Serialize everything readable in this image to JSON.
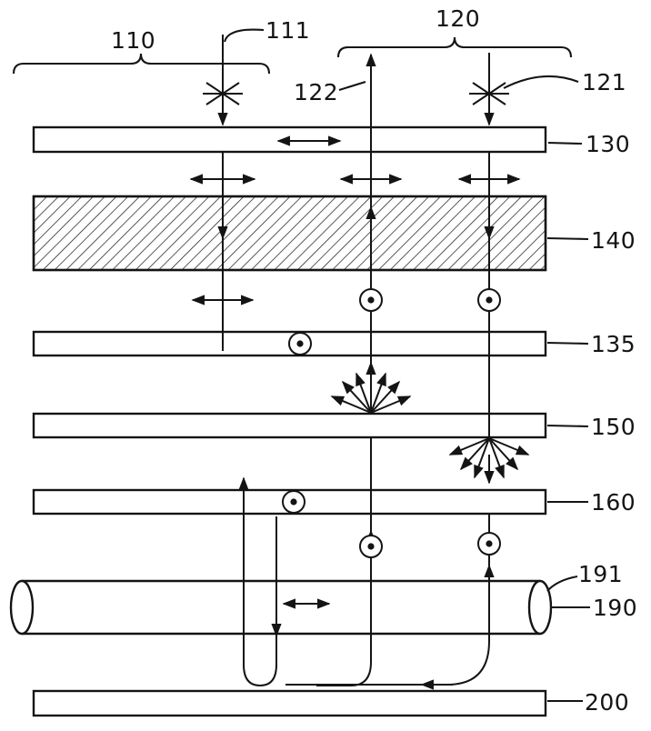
{
  "figure": {
    "kind": "patent-optical-layer-stack-diagram",
    "background": "#ffffff",
    "ink": "#141414"
  },
  "callouts": {
    "left_group": "110",
    "left_ray": "111",
    "right_group": "120",
    "right_ray": "121",
    "center_ray": "122"
  },
  "layers": [
    {
      "label": "130",
      "kind": "bar"
    },
    {
      "label": "140",
      "kind": "hatched-bar"
    },
    {
      "label": "135",
      "kind": "bar"
    },
    {
      "label": "150",
      "kind": "bar"
    },
    {
      "label": "160",
      "kind": "bar"
    },
    {
      "label": "190",
      "kind": "cylinder",
      "endcap_label": "191"
    },
    {
      "label": "200",
      "kind": "bar"
    }
  ],
  "symbols": [
    "unpolarized-light-star",
    "double-headed-arrow",
    "circle-dot",
    "scatter-burst"
  ]
}
